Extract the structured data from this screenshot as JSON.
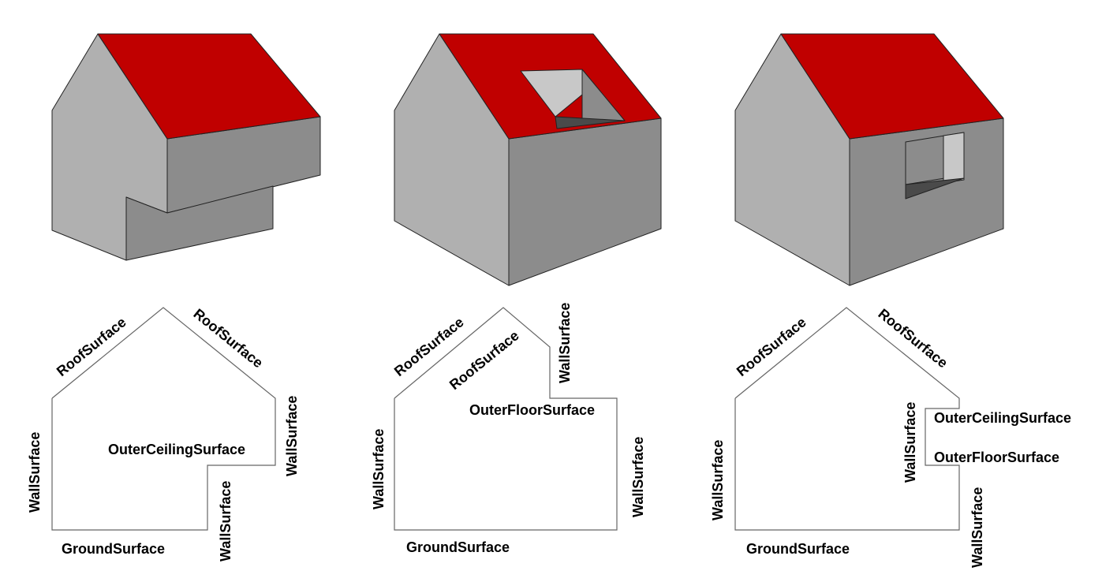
{
  "colors": {
    "roof": "#c00000",
    "wall_light": "#b0b0b0",
    "wall_dark": "#8c8c8c",
    "opening_light": "#c8c8c8",
    "opening_floor": "#4a4a4a"
  },
  "panels": [
    {
      "illustration": "house-with-recessed-lower-wall",
      "labels": {
        "roof_left": "RoofSurface",
        "roof_right": "RoofSurface",
        "wall_left": "WallSurface",
        "wall_right": "WallSurface",
        "wall_inner": "WallSurface",
        "outer_ceiling": "OuterCeilingSurface",
        "ground": "GroundSurface"
      }
    },
    {
      "illustration": "house-with-roof-opening",
      "labels": {
        "roof_left": "RoofSurface",
        "roof_inner": "RoofSurface",
        "wall_inner": "WallSurface",
        "outer_floor": "OuterFloorSurface",
        "wall_left": "WallSurface",
        "wall_right": "WallSurface",
        "ground": "GroundSurface"
      }
    },
    {
      "illustration": "house-with-wall-opening",
      "labels": {
        "roof_left": "RoofSurface",
        "roof_right": "RoofSurface",
        "wall_inner": "WallSurface",
        "outer_ceiling": "OuterCeilingSurface",
        "outer_floor": "OuterFloorSurface",
        "wall_left": "WallSurface",
        "wall_right": "WallSurface",
        "ground": "GroundSurface"
      }
    }
  ]
}
